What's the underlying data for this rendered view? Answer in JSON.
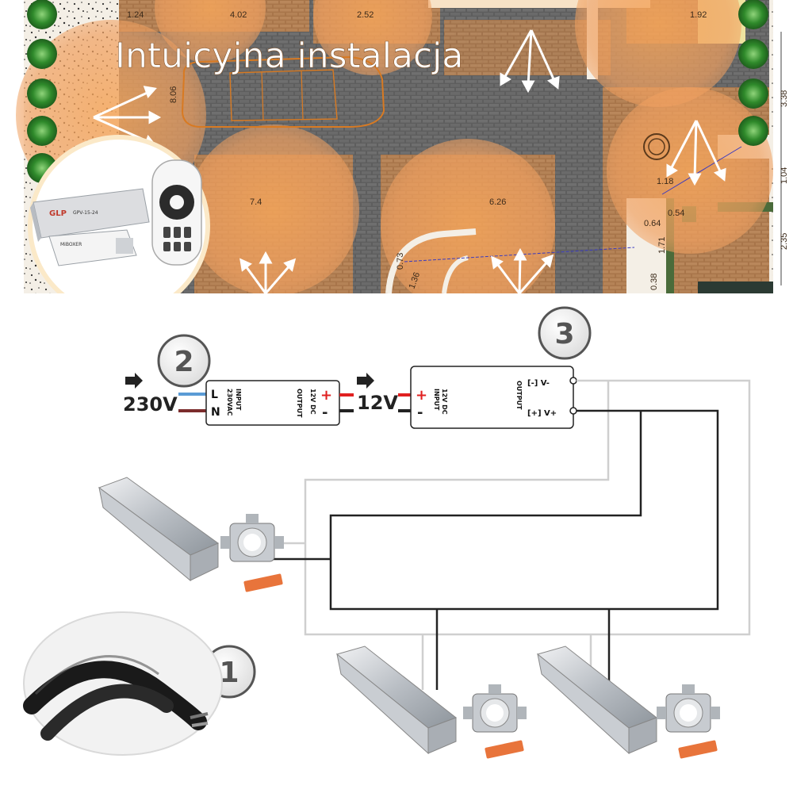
{
  "plan": {
    "title": "Intuicyjna instalacja",
    "top_dimensions": [
      "1.24",
      "4.02",
      "2.52",
      "1.92"
    ],
    "dimensions": [
      "8.06",
      "7.4",
      "6.26",
      "1.18",
      "0.54",
      "0.64",
      "1.71",
      "0.73",
      "1.36",
      "0.38",
      "3.38",
      "1.04",
      "2.35"
    ],
    "product_labels": {
      "power_supply": "GLP",
      "power_supply_model": "GPV-15-24",
      "controller": "MiBOXER"
    }
  },
  "wiring": {
    "step_1": "1",
    "step_2": "2",
    "step_3": "3",
    "input_voltage": "230V",
    "output_voltage": "12V",
    "psu": {
      "terminal_l": "L",
      "terminal_n": "N",
      "input_label": "INPUT",
      "input_spec": "230VAC",
      "output_label": "OUTPUT",
      "output_spec": "12V DC",
      "plus": "+",
      "minus": "-"
    },
    "controller": {
      "input_spec": "12V DC",
      "input_label": "INPUT",
      "output_label": "OUTPUT",
      "v_minus": "[-] V-",
      "v_plus": "[+] V+",
      "plus": "+",
      "minus": "-"
    },
    "colors": {
      "blue_wire": "#5a9bd5",
      "brown_wire": "#7b2c2c",
      "red_wire": "#e02020",
      "black_wire": "#222222",
      "gray_wire": "#cfcfcf"
    }
  }
}
